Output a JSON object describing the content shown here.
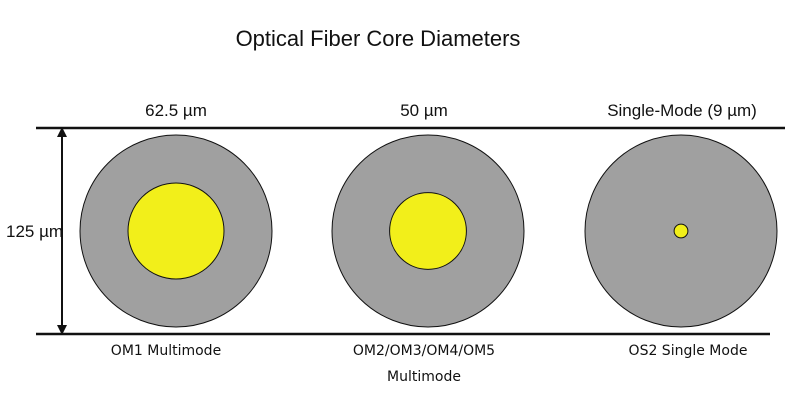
{
  "title": "Optical Fiber Core Diameters",
  "cladding_label": "125 µm",
  "colors": {
    "cladding": "#a0a0a0",
    "core": "#f2ef1a",
    "outline": "#111111"
  },
  "fibers": [
    {
      "core_label": "62.5 µm",
      "caption_line1": "OM1 Multimode",
      "caption_line2": "",
      "core_um": 62.5
    },
    {
      "core_label": "50 µm",
      "caption_line1": "OM2/OM3/OM4/OM5",
      "caption_line2": "Multimode",
      "core_um": 50
    },
    {
      "core_label": "Single-Mode (9 µm)",
      "caption_line1": "OS2 Single Mode",
      "caption_line2": "",
      "core_um": 9
    }
  ],
  "cladding_um": 125
}
